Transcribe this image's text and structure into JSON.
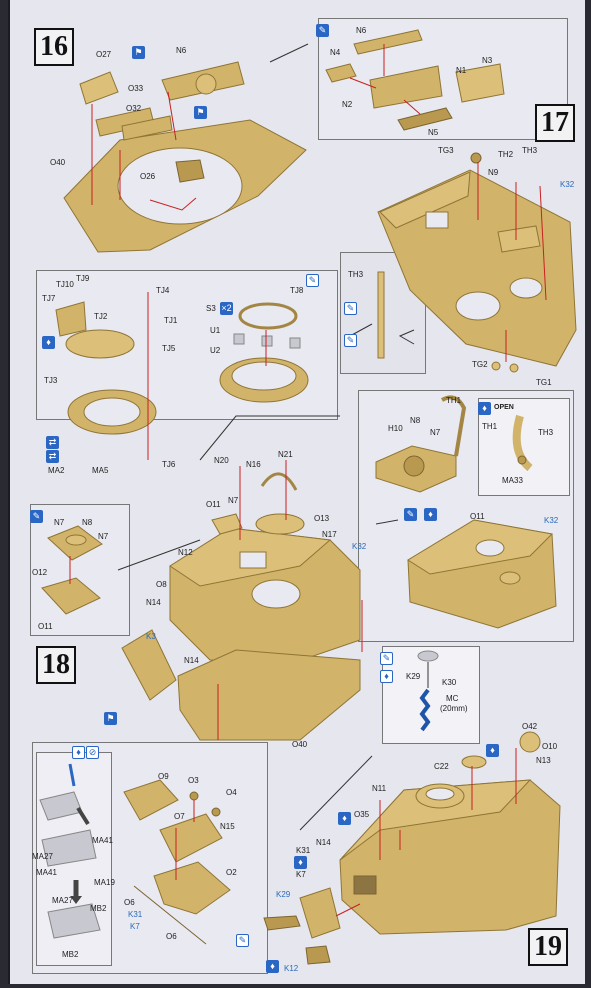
{
  "steps": {
    "s16": "16",
    "s17": "17",
    "s18": "18",
    "s19": "19"
  },
  "open_label": "OPEN",
  "labels": {
    "O27": "O27",
    "N6a": "N6",
    "O33": "O33",
    "O32": "O32",
    "O40a": "O40",
    "O26": "O26",
    "N6b": "N6",
    "N4": "N4",
    "N1": "N1",
    "N3": "N3",
    "N2": "N2",
    "N5": "N5",
    "TG3": "TG3",
    "TH2": "TH2",
    "TH3a": "TH3",
    "N9": "N9",
    "K32a": "K32",
    "TG2": "TG2",
    "TG1": "TG1",
    "TH3b": "TH3",
    "TJ10": "TJ10",
    "TJ9": "TJ9",
    "TJ7": "TJ7",
    "TJ2": "TJ2",
    "TJ4": "TJ4",
    "TJ1": "TJ1",
    "TJ3": "TJ3",
    "TJ5": "TJ5",
    "MA2": "MA2",
    "MA5": "MA5",
    "TJ6": "TJ6",
    "TJ8": "TJ8",
    "S3": "S3",
    "U1": "U1",
    "U2": "U2",
    "TH1a": "TH1",
    "H10": "H10",
    "N8a": "N8",
    "N7a": "N7",
    "TH1b": "TH1",
    "TH3c": "TH3",
    "MA33": "MA33",
    "O11a": "O11",
    "K32b": "K32",
    "N20": "N20",
    "N16": "N16",
    "N21": "N21",
    "O11b": "O11",
    "N7b": "N7",
    "O13": "O13",
    "N17": "N17",
    "K32c": "K32",
    "N7c": "N7",
    "N8b": "N8",
    "N7d": "N7",
    "O12": "O12",
    "O11c": "O11",
    "N12": "N12",
    "O8": "O8",
    "N14a": "N14",
    "K3": "K3",
    "N14b": "N14",
    "O40b": "O40",
    "K29a": "K29",
    "K30": "K30",
    "MC": "MC",
    "MC2": "(20mm)",
    "O9": "O9",
    "O3": "O3",
    "O4": "O4",
    "O7": "O7",
    "N15": "N15",
    "O2": "O2",
    "O6a": "O6",
    "K31a": "K31",
    "K7a": "K7",
    "O6b": "O6",
    "MA41a": "MA41",
    "MA27a": "MA27",
    "MA41b": "MA41",
    "MA19": "MA19",
    "MA27b": "MA27",
    "MB2a": "MB2",
    "MB2b": "MB2",
    "O42": "O42",
    "O10": "O10",
    "C22": "C22",
    "N13": "N13",
    "N11": "N11",
    "O35": "O35",
    "N14c": "N14",
    "K31b": "K31",
    "K7b": "K7",
    "K29b": "K29",
    "K12": "K12"
  },
  "icons": {
    "paint": "✎",
    "cement": "⚑",
    "glue": "♦",
    "drill": "⊘",
    "alt": "⇄",
    "x2": "×2"
  }
}
